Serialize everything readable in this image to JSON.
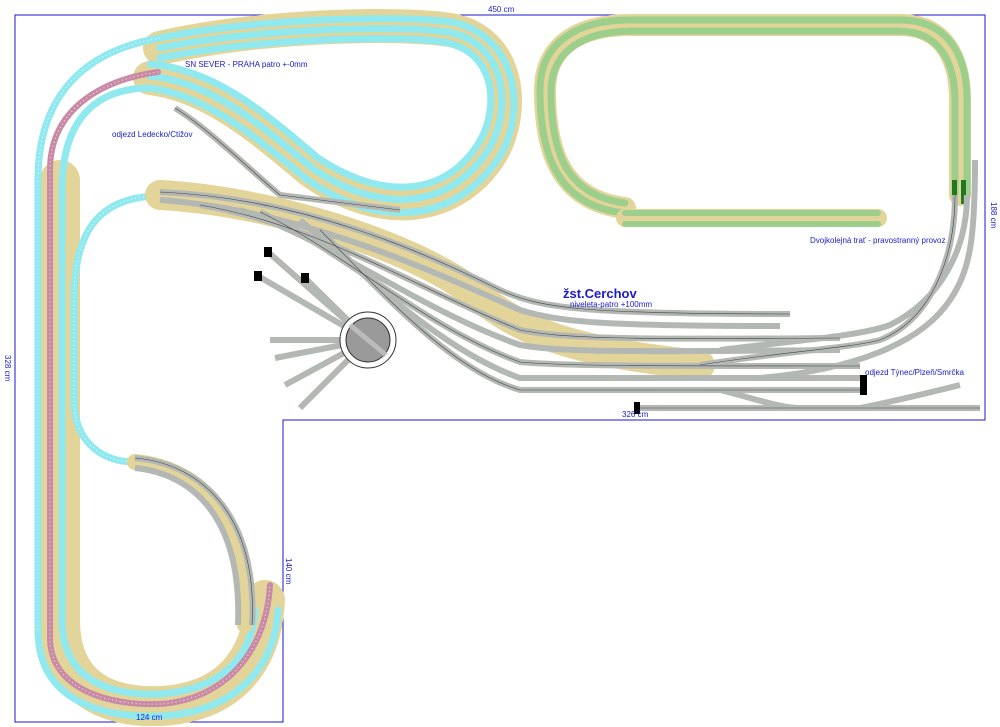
{
  "dimensions": {
    "top": "450 cm",
    "left": "328 cm",
    "right": "188 cm",
    "inner_vertical": "140 cm",
    "bottom": "124 cm",
    "inner_horizontal": "326 cm"
  },
  "labels": {
    "upper_level": "SN SEVER - PRAHA patro +-0mm",
    "departure_left": "odjezd Ledecko/Ctižov",
    "station_name": "žst.Cerchov",
    "station_level": "niveleta-patro +100mm",
    "double_track": "Dvojkolejná trať - pravostranný provoz",
    "departure_right": "odjezd Týnec/Plzeň/Smrčka"
  },
  "colors": {
    "outline": "#1a1ad0",
    "track_cyan": "#8fe9ee",
    "track_pink": "#c98aa6",
    "track_green": "#9ccf8c",
    "track_gray": "#b4b8b4",
    "roadbed": "#e3d59a"
  }
}
